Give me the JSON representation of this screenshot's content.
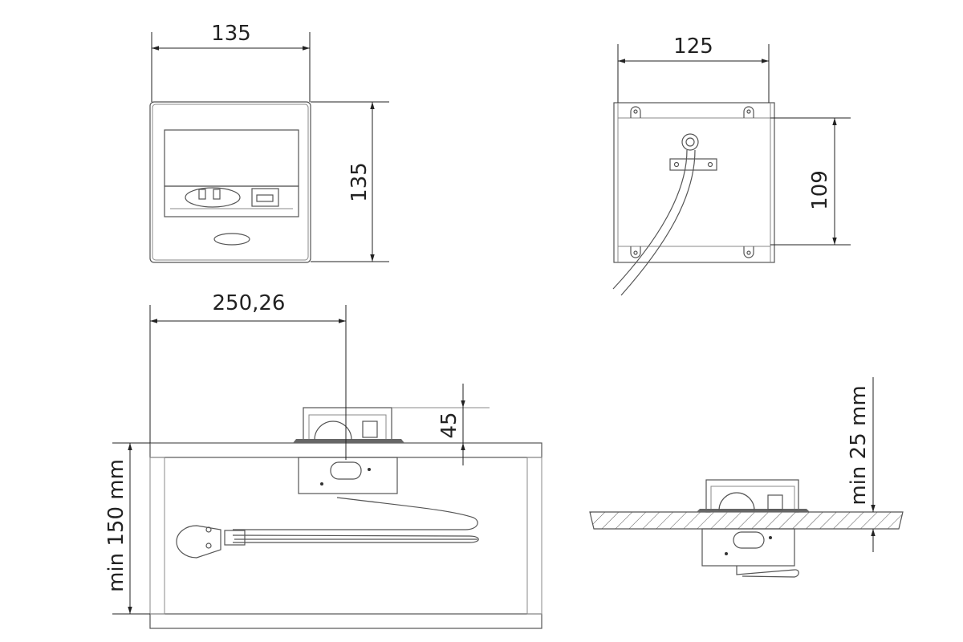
{
  "front_view": {
    "width_label": "135",
    "height_label": "135"
  },
  "back_view": {
    "width_label": "125",
    "hole_spacing_label": "109"
  },
  "side_installed_view": {
    "offset_label": "250,26",
    "protrusion_label": "45",
    "min_depth_label": "min 150 mm"
  },
  "thickness_view": {
    "min_thickness_label": "min 25 mm"
  },
  "colors": {
    "line": "#555555",
    "dimension": "#222222",
    "background": "#ffffff"
  }
}
